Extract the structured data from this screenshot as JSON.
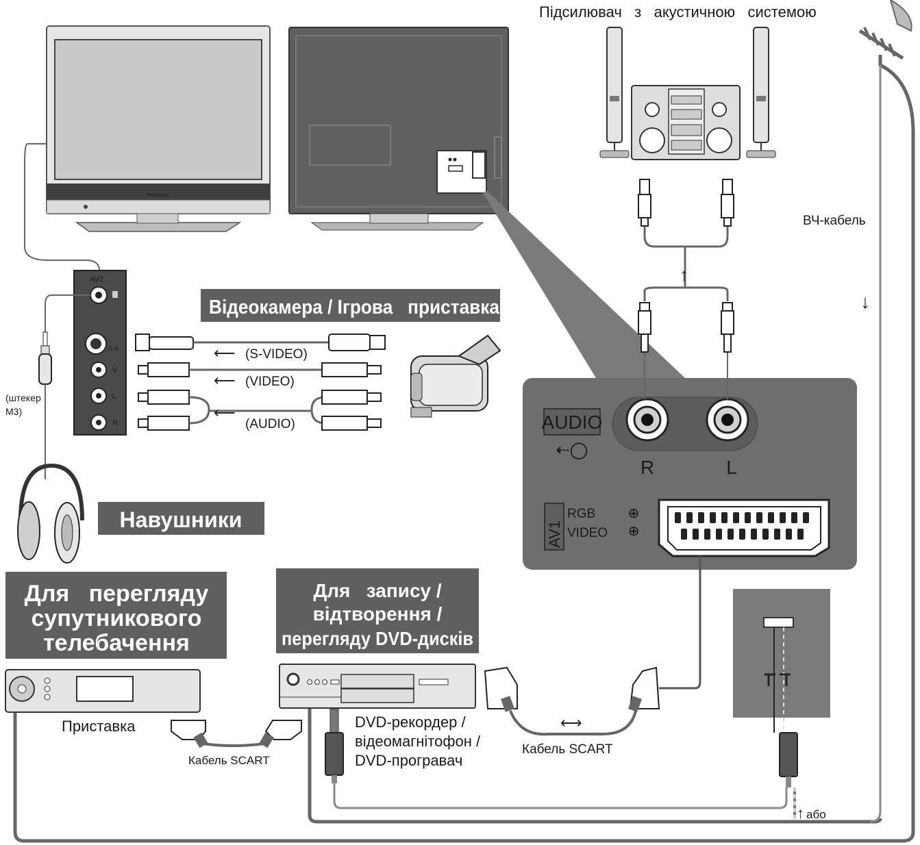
{
  "labels": {
    "amplifier": "Підсилювач   з   акустичною   системою",
    "rf_cable": "ВЧ-кабель",
    "camcorder_title": "Відеокамера / Ігрова   приставка",
    "s_video": "(S-VIDEO)",
    "video": "(VIDEO)",
    "audio_cable": "(AUDIO)",
    "plug_line1": "(штекер",
    "plug_line2": "M3)",
    "headphones": "Навушники",
    "satellite_title_1": "Для   перегляду",
    "satellite_title_2": "супутникового",
    "satellite_title_3": "телебачення",
    "record_title_1": "Для   запису /",
    "record_title_2": "відтворення /",
    "record_title_3": "перегляду DVD-дисків",
    "settop_box": "Приставка",
    "scart_cable_left": "Кабель SCART",
    "dvd_line1": "DVD-рекордер /",
    "dvd_line2": "відеомагнітофон /",
    "dvd_line3": "DVD-програвач",
    "scart_cable_right": "Кабель SCART",
    "or": "або"
  },
  "panel": {
    "audio": "AUDIO",
    "r": "R",
    "l": "L",
    "av1": "AV1",
    "rgb": "RGB",
    "video": "VIDEO"
  },
  "side_panel": {
    "av2": "AV2",
    "sv": "S-V",
    "v": "V",
    "l": "L",
    "r": "R"
  },
  "tv_brand": "Panasonic",
  "colors": {
    "panel_gray": "#6e6e6e",
    "title_bg": "#5f5f5f",
    "cable_gray": "#666666"
  }
}
